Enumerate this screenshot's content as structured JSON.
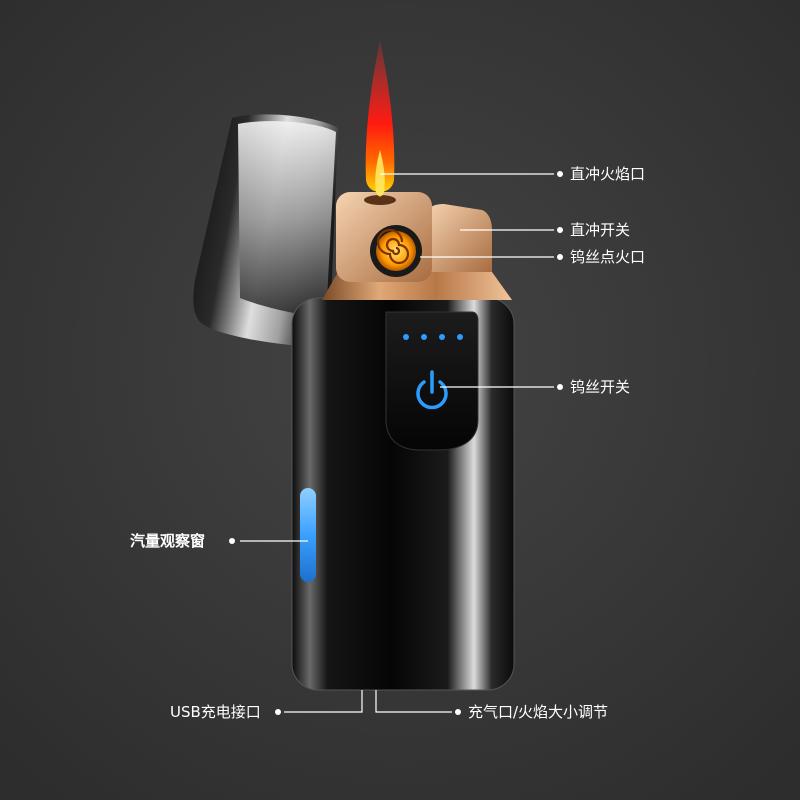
{
  "colors": {
    "background": "#3a3a3a",
    "flame": "#ff1a1a",
    "rose_gold": "#c98c5a",
    "coil": "#ffb000",
    "led_blue": "#2a9dff"
  },
  "labels": {
    "jet_flame_outlet": "直冲火焰口",
    "jet_switch": "直冲开关",
    "coil_ignition": "钨丝点火口",
    "coil_switch": "钨丝开关",
    "gas_window": "汽量观察窗",
    "usb_port": "USB充电接口",
    "refill_adjust": "充气口/火焰大小调节"
  },
  "product": {
    "icons": [
      "flame-icon",
      "coil-icon",
      "power-icon",
      "battery-led-icon",
      "gas-window-icon"
    ],
    "battery_leds_lit": 4
  }
}
